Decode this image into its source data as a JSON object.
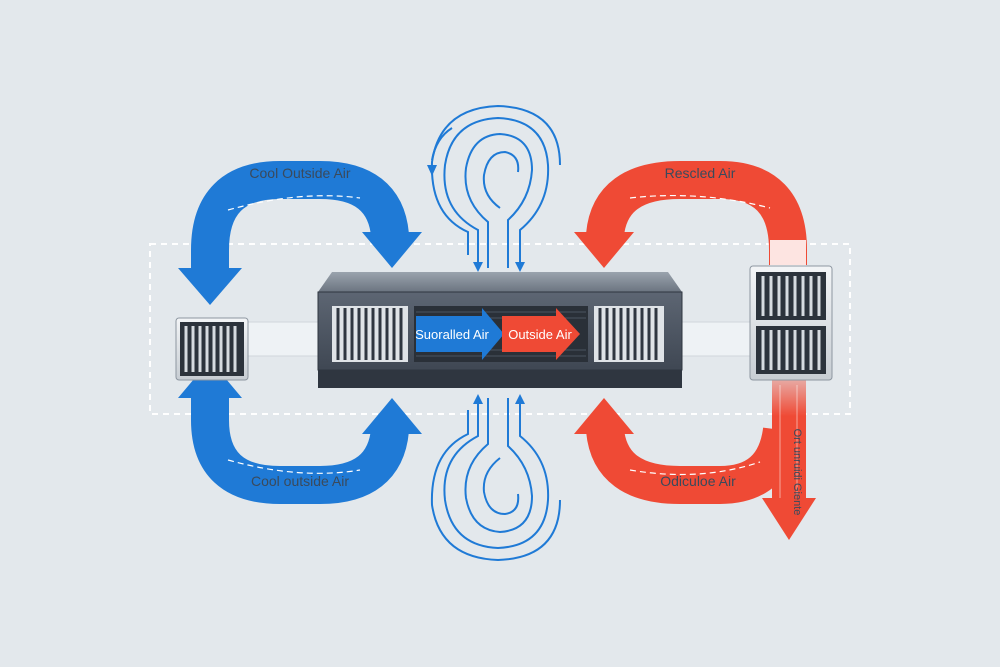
{
  "colors": {
    "background": "#e3e8ec",
    "cool_blue": "#1f7ad6",
    "warm_red": "#ef4a35",
    "unit_dark": "#4b5563",
    "duct": "#eef2f5"
  },
  "labels": {
    "top_left": "Cool Outside Air",
    "bottom_left": "Cool outside Air",
    "top_right": "Rescled Air",
    "bottom_right": "Odiculoe Air",
    "exhaust_vertical": "Ort unruidi Giente",
    "core_left": "Suoralled Air",
    "core_right": "Outside Air"
  },
  "icons": {
    "core_left_arrow": "arrow-right-icon",
    "core_right_arrow": "arrow-right-icon",
    "flow_down": "arrow-down-icon",
    "flow_up": "arrow-up-icon"
  }
}
